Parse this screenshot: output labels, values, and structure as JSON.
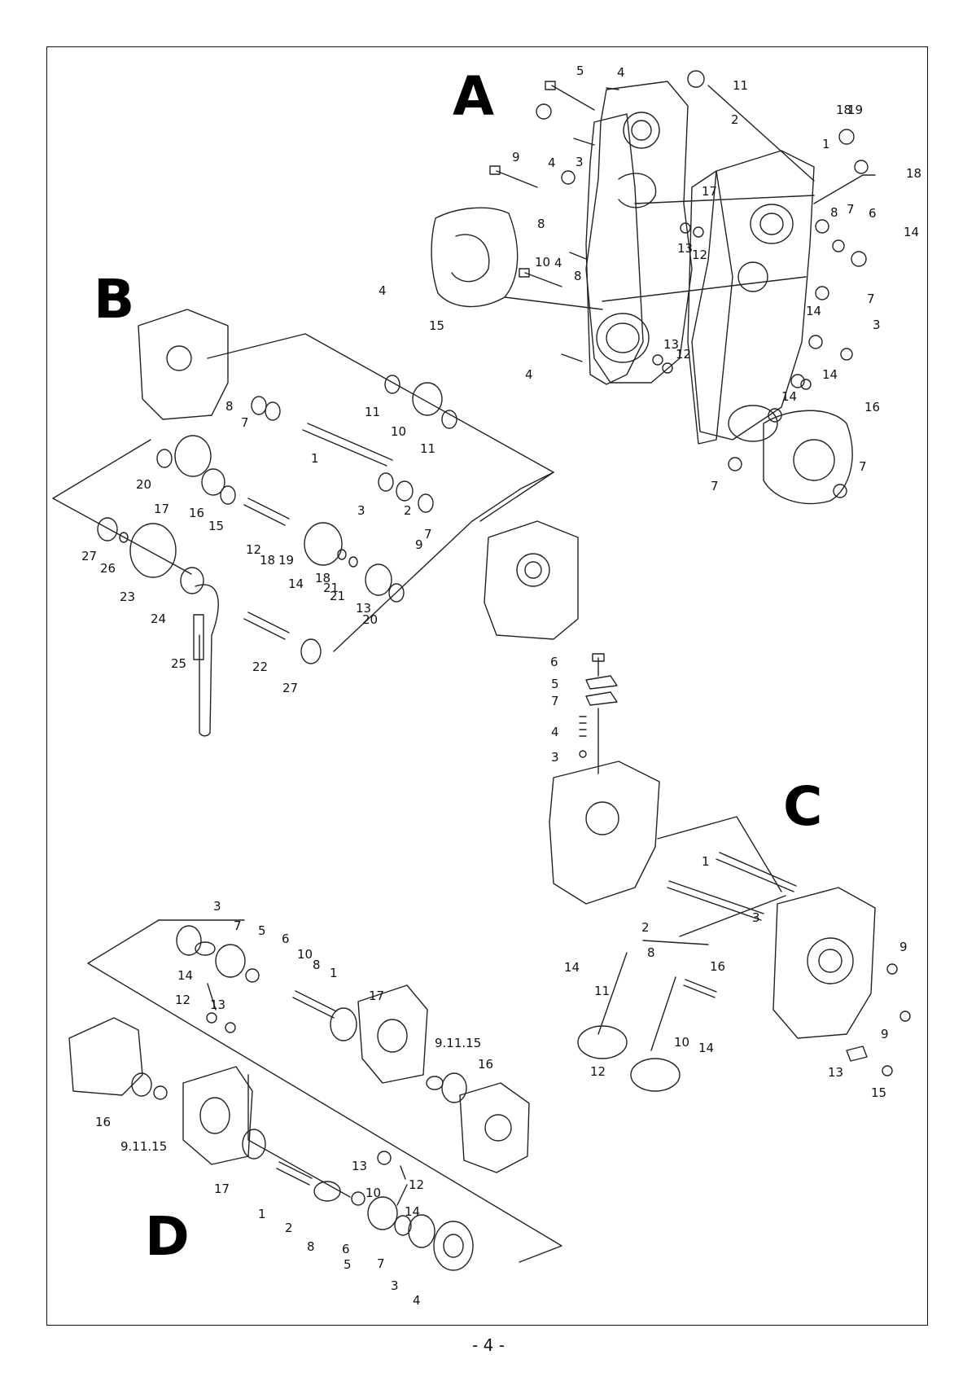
{
  "sections": [
    {
      "id": "A",
      "label": "A",
      "callouts": [
        "5",
        "4",
        "11",
        "2",
        "1",
        "18",
        "19",
        "18",
        "9",
        "4",
        "3",
        "8",
        "17",
        "7",
        "8",
        "6",
        "14",
        "13",
        "12",
        "4",
        "10",
        "8",
        "4",
        "15",
        "14",
        "7",
        "3",
        "4",
        "13",
        "12",
        "14",
        "14",
        "16",
        "7",
        "7"
      ]
    },
    {
      "id": "B",
      "label": "B",
      "callouts": [
        "8",
        "7",
        "11",
        "10",
        "11",
        "1",
        "20",
        "17",
        "16",
        "15",
        "3",
        "2",
        "7",
        "9",
        "12",
        "18",
        "19",
        "14",
        "18",
        "21",
        "21",
        "13",
        "20",
        "27",
        "26",
        "23",
        "24",
        "22",
        "25",
        "27"
      ]
    },
    {
      "id": "C",
      "label": "C",
      "callouts": [
        "6",
        "5",
        "7",
        "4",
        "3",
        "1",
        "2",
        "3",
        "8",
        "16",
        "9",
        "14",
        "11",
        "10",
        "14",
        "9",
        "12",
        "13",
        "15"
      ]
    },
    {
      "id": "D",
      "label": "D",
      "callouts": [
        "3",
        "7",
        "5",
        "6",
        "10",
        "8",
        "14",
        "1",
        "12",
        "13",
        "17",
        "9.11.15",
        "16",
        "16",
        "9.11.15",
        "17",
        "13",
        "12",
        "10",
        "14",
        "1",
        "2",
        "8",
        "6",
        "5",
        "7",
        "3",
        "4"
      ]
    }
  ],
  "footer": {
    "page_number": "- 4 -"
  }
}
